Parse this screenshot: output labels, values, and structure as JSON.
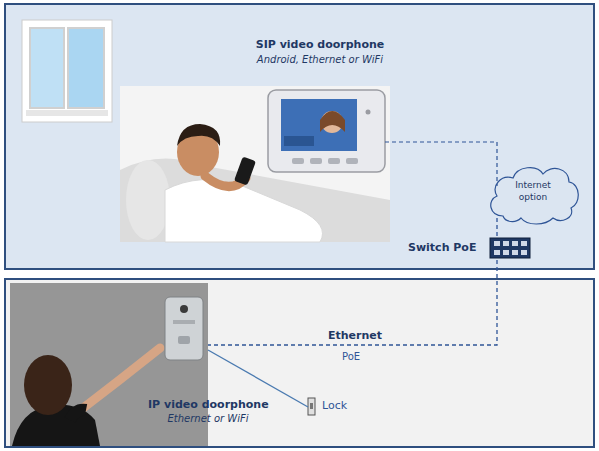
{
  "diagram": {
    "nodes": [
      {
        "text": [
          "SIP video doorphone",
          "Android, Ethernet or WiFi"
        ]
      },
      {
        "text": [
          "Internet option"
        ],
        "in": 0
      },
      {
        "text": [
          "Switch PoE"
        ],
        "in": 0
      },
      {
        "text": [
          "IP video doorphone",
          "Ethernet or WiFi"
        ]
      },
      {
        "text": [
          "Lock"
        ]
      }
    ],
    "edges": [
      {
        "from": 1,
        "to": 2,
        "arrow": "none"
      },
      {
        "from": 2,
        "to": 3,
        "label": "Ethernet",
        "arrow": "none"
      },
      {
        "from": 3,
        "to": 4,
        "arrow": "none"
      }
    ],
    "labels": [
      "PoE"
    ]
  }
}
